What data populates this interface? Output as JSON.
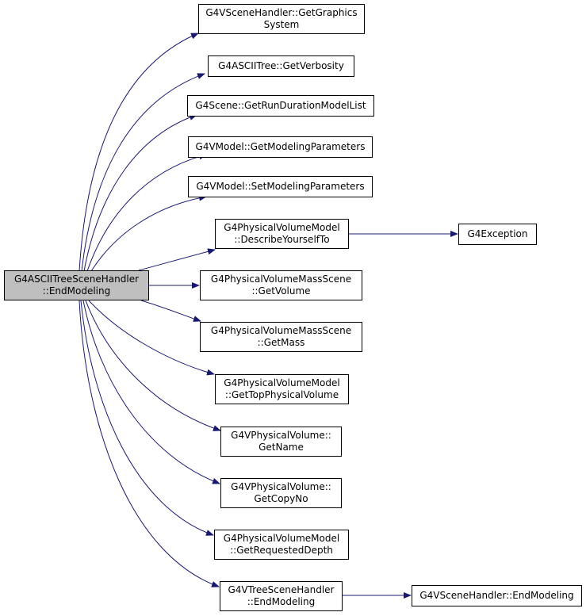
{
  "colors": {
    "edge": "#191970",
    "root_fill": "#bfbfbf",
    "node_fill": "#ffffff",
    "border": "#000000"
  },
  "nodes": {
    "root": {
      "line1": "G4ASCIITreeSceneHandler",
      "line2": "::EndModeling"
    },
    "get_graphics_system": {
      "line1": "G4VSceneHandler::GetGraphics",
      "line2": "System"
    },
    "get_verbosity": {
      "line1": "G4ASCIITree::GetVerbosity"
    },
    "get_run_duration_model_list": {
      "line1": "G4Scene::GetRunDurationModelList"
    },
    "get_modeling_parameters": {
      "line1": "G4VModel::GetModelingParameters"
    },
    "set_modeling_parameters": {
      "line1": "G4VModel::SetModelingParameters"
    },
    "describe_yourself_to": {
      "line1": "G4PhysicalVolumeModel",
      "line2": "::DescribeYourselfTo"
    },
    "g4exception": {
      "line1": "G4Exception"
    },
    "get_volume": {
      "line1": "G4PhysicalVolumeMassScene",
      "line2": "::GetVolume"
    },
    "get_mass": {
      "line1": "G4PhysicalVolumeMassScene",
      "line2": "::GetMass"
    },
    "get_top_physical_volume": {
      "line1": "G4PhysicalVolumeModel",
      "line2": "::GetTopPhysicalVolume"
    },
    "get_name": {
      "line1": "G4VPhysicalVolume::",
      "line2": "GetName"
    },
    "get_copy_no": {
      "line1": "G4VPhysicalVolume::",
      "line2": "GetCopyNo"
    },
    "get_requested_depth": {
      "line1": "G4PhysicalVolumeModel",
      "line2": "::GetRequestedDepth"
    },
    "tree_end_modeling": {
      "line1": "G4VTreeSceneHandler",
      "line2": "::EndModeling"
    },
    "scene_end_modeling": {
      "line1": "G4VSceneHandler::EndModeling"
    }
  }
}
